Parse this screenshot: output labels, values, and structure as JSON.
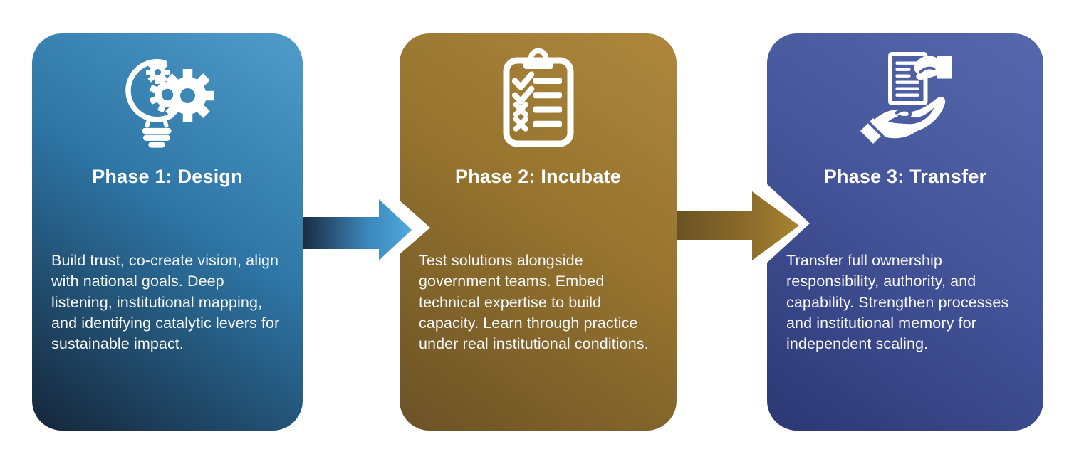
{
  "figure": {
    "background": "#ffffff",
    "text_color": "#ffffff",
    "cards": [
      {
        "title": "Phase 1: Design",
        "body": "Build trust, co-create vision, align with national goals. Deep listening, institutional mapping, and identifying catalytic levers for sustainable impact.",
        "icon": "lightbulb-gears-icon",
        "gradient": [
          "#4f9cca",
          "#2e76a6",
          "#152639"
        ]
      },
      {
        "title": "Phase 2: Incubate",
        "body": "Test solutions alongside government teams. Embed technical expertise to build capacity. Learn through practice under real institutional conditions.",
        "icon": "clipboard-checklist-icon",
        "gradient": [
          "#ad873d",
          "#96742f",
          "#6b5226"
        ]
      },
      {
        "title": "Phase 3: Transfer",
        "body": "Transfer full ownership responsibility, authority, and capability. Strengthen processes and institutional memory for independent scaling.",
        "icon": "hand-document-icon",
        "gradient": [
          "#5668ab",
          "#46569c",
          "#2b3875"
        ]
      }
    ],
    "arrows": [
      {
        "from": "Phase 1: Design",
        "to": "Phase 2: Incubate",
        "gradient": [
          "#1b2c41",
          "#3c88bb",
          "#4fa8dc"
        ]
      },
      {
        "from": "Phase 2: Incubate",
        "to": "Phase 3: Transfer",
        "gradient": [
          "#6a5224",
          "#8d6d2b",
          "#a8822f"
        ]
      }
    ]
  }
}
